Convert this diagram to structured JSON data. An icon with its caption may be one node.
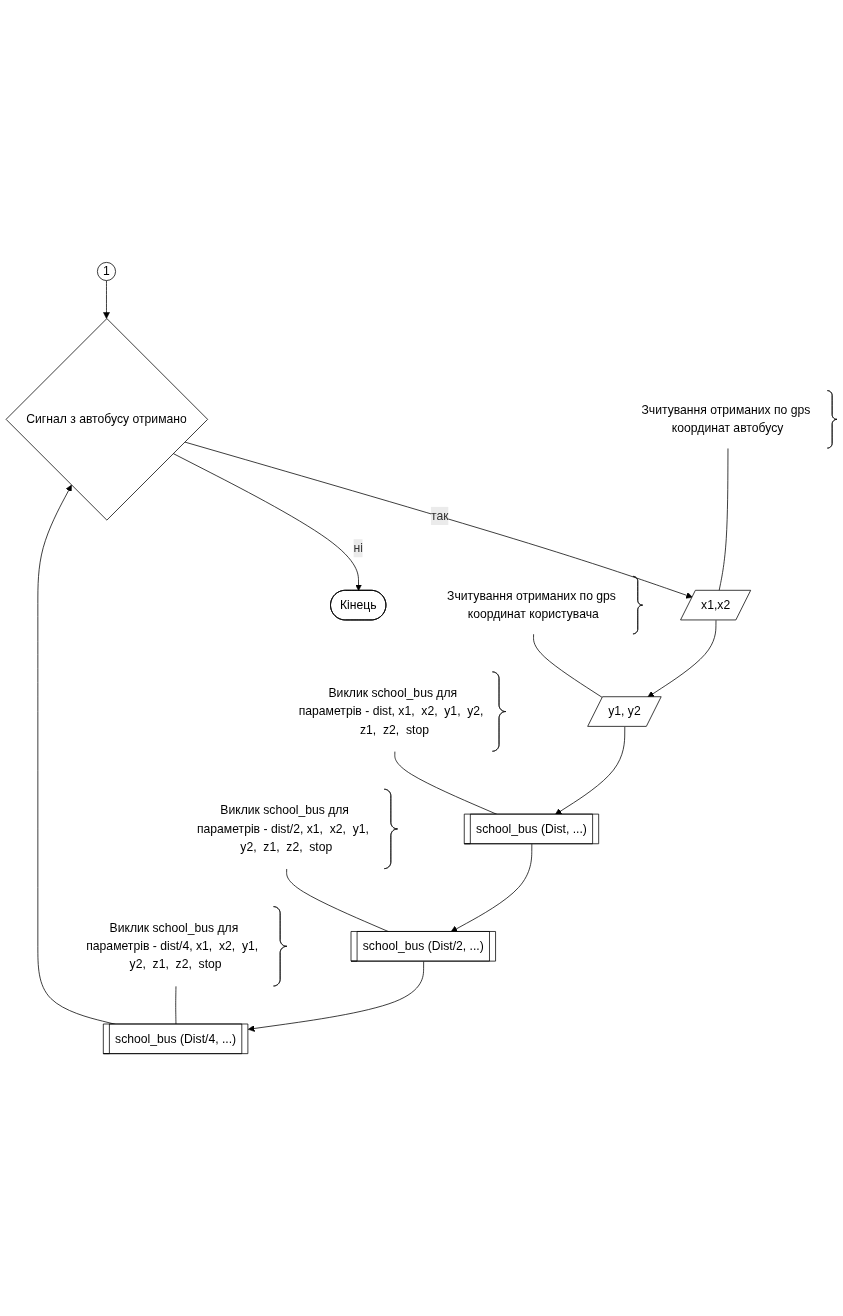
{
  "diagram": {
    "nodes": [
      {
        "text": [
          "1"
        ]
      },
      {
        "text": [
          "Сигнал з автобусу отримано"
        ]
      },
      {
        "text": [
          "x1,x2"
        ]
      },
      {
        "text": [
          "y1, y2"
        ]
      },
      {
        "text": [
          "school_bus (Dist, ...)"
        ]
      },
      {
        "text": [
          "school_bus (Dist/2, ...)"
        ]
      },
      {
        "text": [
          "school_bus (Dist/4, ...)"
        ]
      },
      {
        "text": [
          "Кінець"
        ]
      },
      {
        "text": [
          "Зчитування отриманих по gps координат автобусу"
        ]
      },
      {
        "text": [
          "Зчитування отриманих по gps координат користувача"
        ]
      },
      {
        "text": [
          "Виклик school_bus для параметрів - dist, x1,  x2,  y1,  y2,  z1,  z2,  stop"
        ]
      },
      {
        "text": [
          "Виклик school_bus для параметрів - dist/2, x1,  x2,  y1,  y2,  z1,  z2,  stop"
        ]
      },
      {
        "text": [
          "Виклик school_bus для параметрів - dist/4, x1,  x2,  y1,  y2,  z1,  z2,  stop"
        ]
      }
    ],
    "edges": [
      {
        "from": 0,
        "to": 1,
        "arrow": "to"
      },
      {
        "from": 1,
        "to": 2,
        "label": "так",
        "arrow": "to"
      },
      {
        "from": 2,
        "to": 3,
        "arrow": "to"
      },
      {
        "from": 3,
        "to": 4,
        "arrow": "to"
      },
      {
        "from": 4,
        "to": 5,
        "arrow": "to"
      },
      {
        "from": 5,
        "to": 6,
        "arrow": "to"
      },
      {
        "from": 6,
        "to": 1,
        "arrow": "to"
      },
      {
        "from": 1,
        "to": 7,
        "label": "ні",
        "arrow": "to"
      },
      {
        "from": 8,
        "to": 2,
        "arrow": "none"
      },
      {
        "from": 9,
        "to": 3,
        "arrow": "none"
      },
      {
        "from": 10,
        "to": 4,
        "arrow": "none"
      },
      {
        "from": 11,
        "to": 5,
        "arrow": "none"
      },
      {
        "from": 12,
        "to": 6,
        "arrow": "none"
      }
    ]
  }
}
